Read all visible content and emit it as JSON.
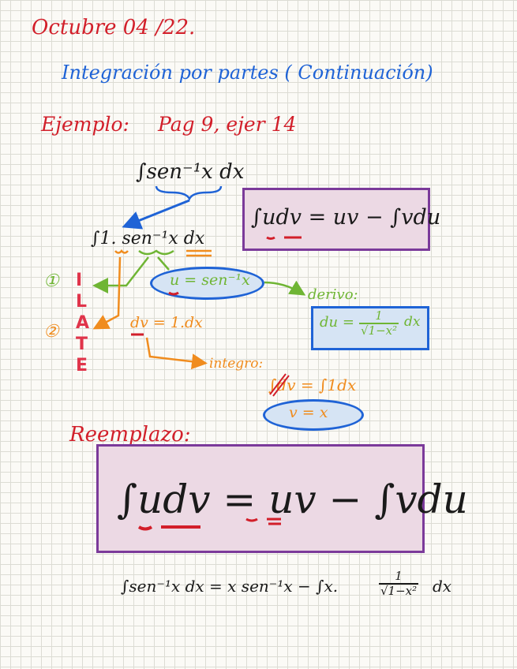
{
  "date": "Octubre 04 /22.",
  "title": "Integración por partes ( Continuación)",
  "example": {
    "label": "Ejemplo:",
    "reference": "Pag 9, ejer 14"
  },
  "problem_integral": "∫sen⁻¹x dx",
  "formula_small": "∫udv = uv − ∫vdu",
  "rewritten_integral": "∫1. sen⁻¹x dx",
  "ilate": {
    "marker_1": "①",
    "marker_2": "②",
    "letters": [
      "I",
      "L",
      "A",
      "T",
      "E"
    ]
  },
  "u_def": "u = sen⁻¹x",
  "derive_label": "derivo:",
  "du": {
    "lhs": "du =",
    "numerator": "1",
    "denominator": "√1−x²",
    "suffix": "dx"
  },
  "dv_def": "dv = 1.dx",
  "integrate_label": "integro:",
  "v_integral": "∫dv = ∫1dx",
  "v_result": "v = x",
  "replace_label": "Reemplazo:",
  "formula_big": "∫udv = uv − ∫vdu",
  "final": {
    "lhs": "∫sen⁻¹x dx = x sen⁻¹x − ∫x.",
    "numerator": "1",
    "denominator": "√1−x²",
    "suffix": "dx"
  },
  "colors": {
    "red": "#d21f2a",
    "blue": "#1f63d6",
    "green": "#6fb534",
    "orange": "#f08c1e",
    "purple": "#7b3a9a",
    "pink_fill": "#ecd9e4",
    "blue_fill": "#d6e4f4"
  }
}
